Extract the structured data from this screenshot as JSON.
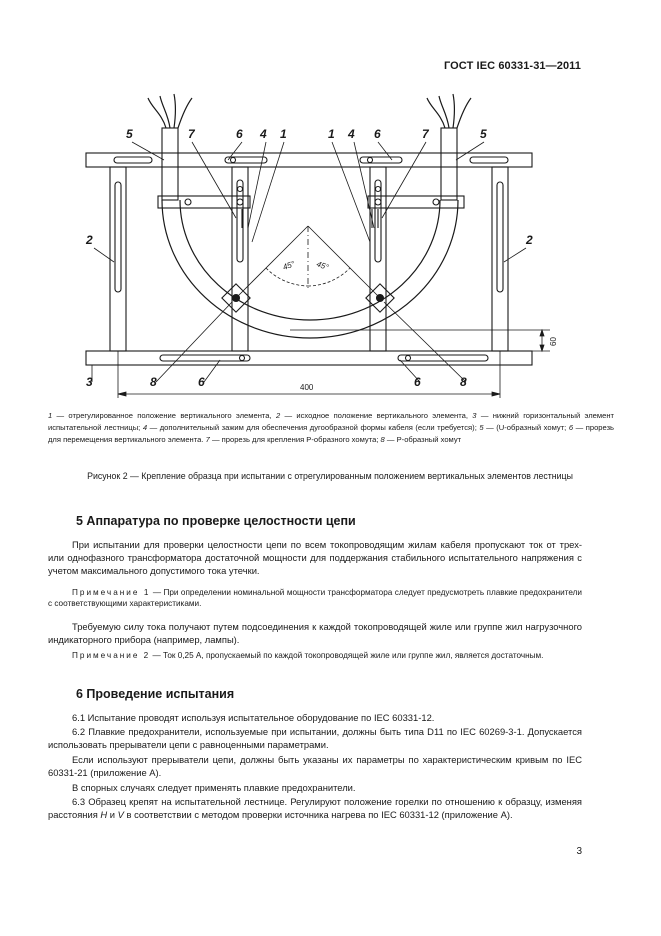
{
  "header": {
    "standard": "ГОСТ IEC 60331-31—2011"
  },
  "figure": {
    "labels": {
      "top_left": [
        "5",
        "7",
        "6",
        "4",
        "1"
      ],
      "top_right": [
        "1",
        "4",
        "6",
        "7",
        "5"
      ],
      "side_left": "2",
      "side_right": "2",
      "bottom_left": [
        "3",
        "8",
        "6"
      ],
      "bottom_right": [
        "6",
        "8"
      ],
      "angle_left": "45°",
      "angle_right": "45°",
      "dim_width": "400",
      "dim_height": "60"
    }
  },
  "legend": {
    "n1": "1",
    "t1": " — отрегулированное положение вертикального элемента, ",
    "n2": "2",
    "t2": " — исходное положение вертикального элемента, ",
    "n3": "3",
    "t3": " — нижний горизонтальный элемент испытательной лестницы; ",
    "n4": "4",
    "t4": " — дополнительный зажим для обеспечения дугообразной формы кабеля (если требуется); ",
    "n5": "5",
    "t5": " — (U-образный хомут; ",
    "n6": "6",
    "t6": " — прорезь для перемещения вертикального элемента. ",
    "n7": "7",
    "t7": " — прорезь для крепления Р-образного хомута; ",
    "n8": "8",
    "t8": " — Р-образный хомут"
  },
  "caption": "Рисунок 2 — Крепление образца при испытании с отрегулированным положением вертикальных элементов лестницы",
  "section5": {
    "title": "5  Аппаратура по проверке целостности цепи",
    "p1": "При испытании для проверки целостности цепи по всем токопроводящим жилам кабеля пропускают ток от трех- или однофазного трансформатора достаточной мощности для поддержания стабильного испытательного напряжения с учетом максимального допустимого тока утечки.",
    "note1_label": "Примечание 1",
    "note1_text": " — При определении номинальной мощности трансформатора следует предусмотреть плавкие предохранители с соответствующими характеристиками.",
    "p2": "Требуемую силу тока получают путем подсоединения к каждой токопроводящей жиле или группе жил нагрузочного индикаторного прибора (например, лампы).",
    "note2_label": "Примечание 2",
    "note2_text": " — Ток 0,25 А, пропускаемый по каждой токопроводящей жиле или группе жил, является достаточным."
  },
  "section6": {
    "title": "6  Проведение испытания",
    "p1": "6.1  Испытание проводят используя испытательное оборудование по IEC 60331-12.",
    "p2": "6.2  Плавкие предохранители, используемые при испытании, должны быть типа D11 по IEC 60269-3-1. Допускается использовать прерыватели цепи с равноценными параметрами.",
    "p3": "Если используют прерыватели цепи, должны быть указаны их параметры по характеристическим кривым по IEC 60331-21 (приложение А).",
    "p4": "В спорных случаях следует применять плавкие предохранители.",
    "p5_a": "6.3  Образец крепят на испытательной лестнице. Регулируют положение горелки по отношению к образцу, изменяя расстояния ",
    "p5_h": "H",
    "p5_mid": " и ",
    "p5_v": "V",
    "p5_b": " в соответствии с методом проверки источника нагрева по IEC 60331-12 (приложение А)."
  },
  "page_number": "3"
}
